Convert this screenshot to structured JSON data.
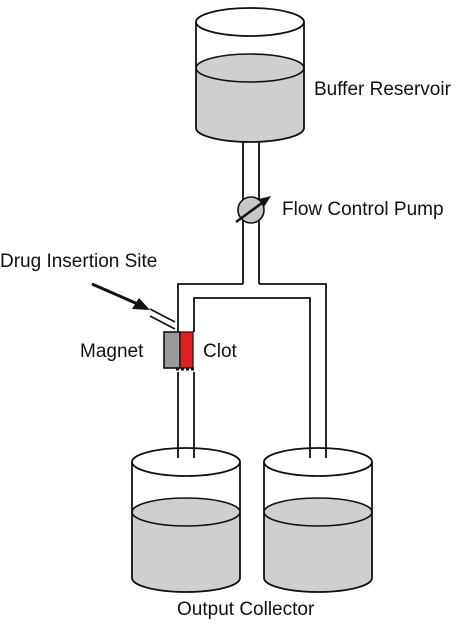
{
  "labels": {
    "buffer_reservoir": "Buffer Reservoir",
    "flow_control_pump": "Flow Control Pump",
    "drug_insertion_site": "Drug Insertion Site",
    "magnet": "Magnet",
    "clot": "Clot",
    "output_collector": "Output Collector"
  },
  "colors": {
    "outline": "#111111",
    "liquid": "#cfcfcf",
    "clot": "#e02020",
    "magnet": "#9a9a9a",
    "pump": "#c8c8c8"
  }
}
